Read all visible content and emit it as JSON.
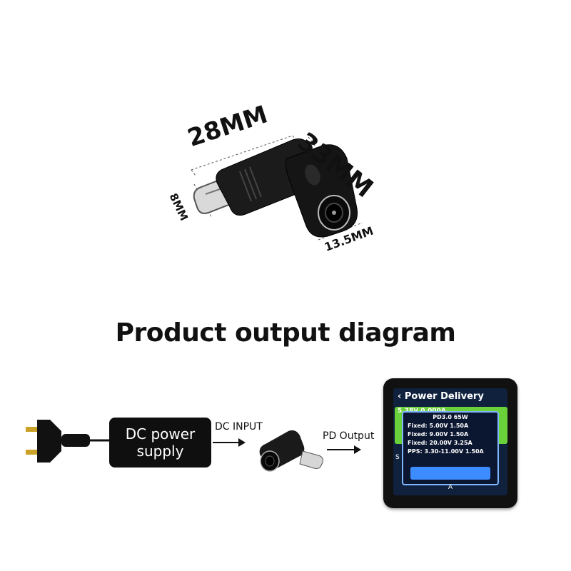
{
  "dimensions": {
    "length_label": "28MM",
    "height_label": "33MM",
    "plug_label": "8MM",
    "socket_label": "13.5MM"
  },
  "title": "Product output diagram",
  "flow": {
    "dc_supply_line1": "DC power",
    "dc_supply_line2": "supply",
    "dc_input_label": "DC INPUT",
    "pd_output_label": "PD Output"
  },
  "device_screen": {
    "header": "Power Delivery",
    "peek_text": "5.38V 0.000A",
    "popup_title": "PD3.0 65W",
    "profiles": [
      "Fixed:    5.00V  1.50A",
      "Fixed:    9.00V  1.50A",
      "Fixed:  20.00V  3.25A",
      "PPS: 3.30-11.00V 1.50A"
    ],
    "side_text": "S",
    "footer": "A"
  },
  "colors": {
    "screen_bg": "#10213d",
    "green": "#6bd13a",
    "blue": "#3d8cff",
    "border_blue": "#7fb6ff",
    "box": "#0f0f0f"
  }
}
